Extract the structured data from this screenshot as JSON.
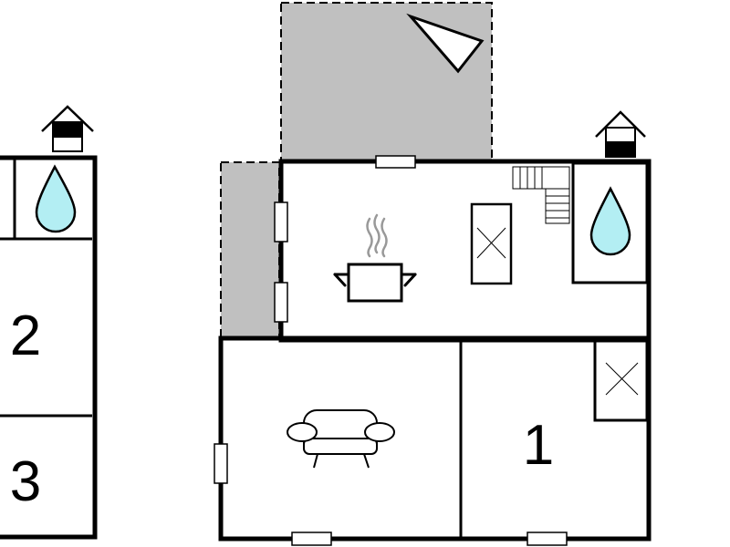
{
  "rooms": {
    "bedroom_1": {
      "label": "1"
    },
    "bedroom_2": {
      "label": "2"
    },
    "bedroom_3": {
      "label": "3"
    }
  },
  "icons": {
    "compass": "compass-arrow-icon",
    "house_left": "house-icon",
    "house_right": "house-icon",
    "water_left": "water-drop-icon",
    "water_right": "water-drop-icon",
    "cooking_pot": "cooking-pot-icon",
    "sofa": "sofa-icon",
    "stairs": "staircase-icon",
    "hob": "hob-icon",
    "wardrobe": "wardrobe-icon"
  },
  "colors": {
    "wall": "#000000",
    "terrace": "#c0c0c0",
    "water": "#b3eef3",
    "background": "#ffffff"
  }
}
